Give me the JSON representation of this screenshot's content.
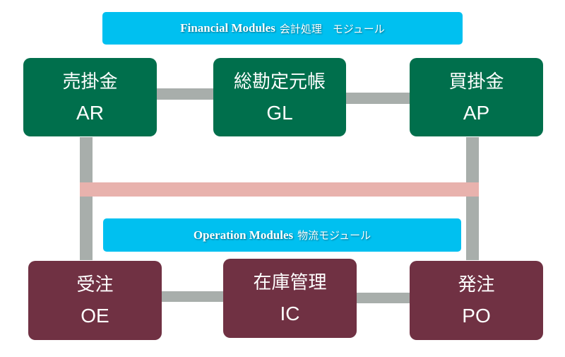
{
  "financial_banner": {
    "en": "Financial Modules",
    "jp": "会計処理　モジュール"
  },
  "operation_banner": {
    "en": "Operation Modules",
    "jp": "物流モジュール"
  },
  "financial_modules": [
    {
      "name": "売掛金",
      "code": "AR"
    },
    {
      "name": "総勘定元帳",
      "code": "GL"
    },
    {
      "name": "買掛金",
      "code": "AP"
    }
  ],
  "operation_modules": [
    {
      "name": "受注",
      "code": "OE"
    },
    {
      "name": "在庫管理",
      "code": "IC"
    },
    {
      "name": "発注",
      "code": "PO"
    }
  ],
  "colors": {
    "financial": "#006f4c",
    "operation": "#703143",
    "banner": "#00c0f0",
    "connector": "#a8aeab",
    "integration_bar": "#e8b2ad"
  }
}
